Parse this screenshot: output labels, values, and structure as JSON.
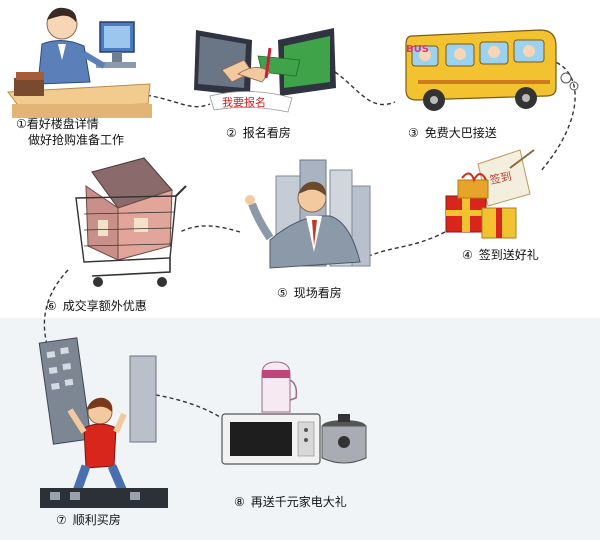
{
  "steps": [
    {
      "num": "①",
      "text": "看好楼盘详情",
      "text2": "做好抢购准备工作"
    },
    {
      "num": "②",
      "text": "报名看房"
    },
    {
      "num": "③",
      "text": "免费大巴接送"
    },
    {
      "num": "④",
      "text": "签到送好礼"
    },
    {
      "num": "⑤",
      "text": "现场看房"
    },
    {
      "num": "⑥",
      "text": "成交享额外优惠"
    },
    {
      "num": "⑦",
      "text": "顺利买房"
    },
    {
      "num": "⑧",
      "text": "再送千元家电大礼"
    }
  ],
  "sign_text": "我要报名",
  "bus_text": "BUS",
  "gift_text": "签到",
  "colors": {
    "gift_red": "#d9261c",
    "bus_yellow": "#f2c230",
    "path_line": "#333333"
  },
  "icons": [
    "office-worker-icon",
    "computer-handshake-icon",
    "school-bus-icon",
    "gift-boxes-icon",
    "businessman-icon",
    "shopping-cart-house-icon",
    "man-carrying-building-icon",
    "home-appliances-icon"
  ]
}
